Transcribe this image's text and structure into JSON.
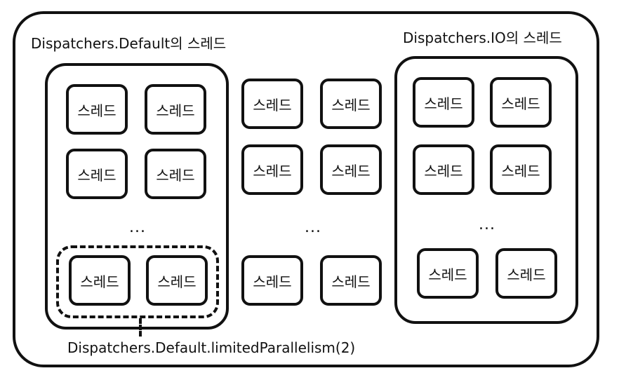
{
  "labels": {
    "default_group": "Dispatchers.Default의 스레드",
    "io_group": "Dispatchers.IO의 스레드",
    "limited": "Dispatchers.Default.limitedParallelism(2)"
  },
  "thread_label": "스레드",
  "ellipsis": "..."
}
